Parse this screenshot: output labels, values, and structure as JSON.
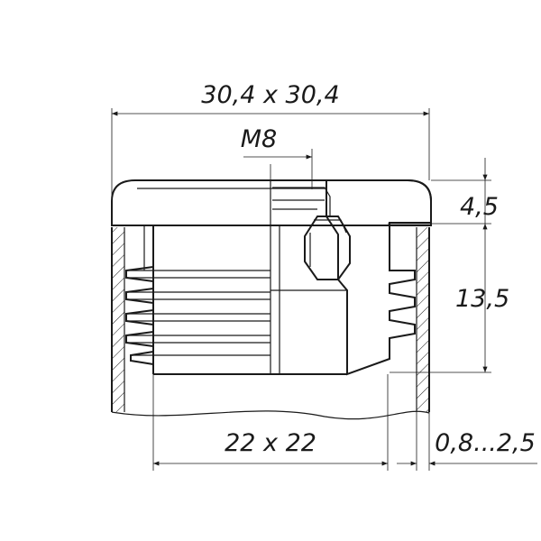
{
  "drawing": {
    "dimensions": {
      "outer_size": "30,4 x 30,4",
      "thread": "M8",
      "cap_height": "4,5",
      "insert_depth": "13,5",
      "inner_size": "22 x 22",
      "wall_thickness": "0,8...2,5"
    },
    "colors": {
      "line": "#1a1a1a",
      "background": "#ffffff"
    }
  }
}
